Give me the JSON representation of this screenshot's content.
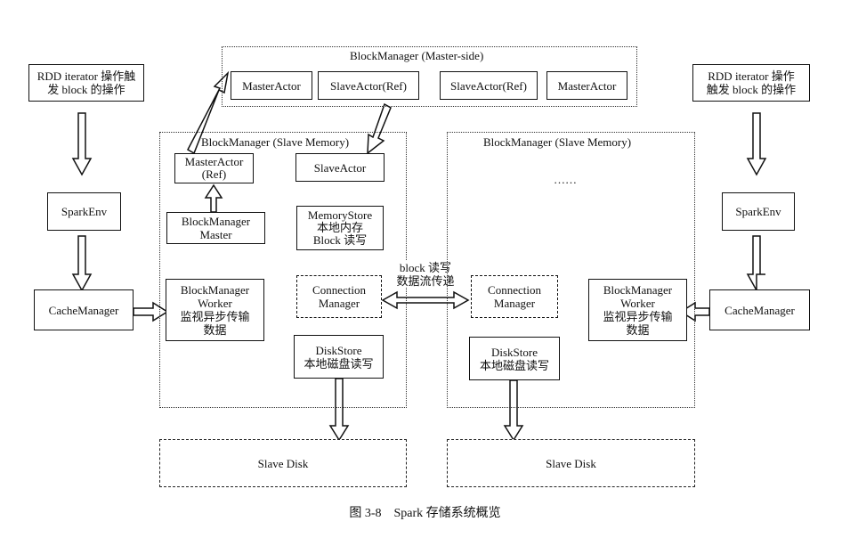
{
  "master_region": {
    "title": "BlockManager (Master-side)",
    "boxes": [
      "MasterActor",
      "SlaveActor(Ref)",
      "SlaveActor(Ref)",
      "MasterActor"
    ]
  },
  "left_client": {
    "trigger_line1": "RDD iterator 操作触",
    "trigger_line2": "发 block 的操作",
    "spark_env": "SparkEnv",
    "cache_manager": "CacheManager"
  },
  "right_client": {
    "trigger_line1": "RDD iterator 操作",
    "trigger_line2": "触发 block 的操作",
    "spark_env": "SparkEnv",
    "cache_manager": "CacheManager"
  },
  "left_slave": {
    "title": "BlockManager (Slave Memory)",
    "master_actor_ref_line1": "MasterActor",
    "master_actor_ref_line2": "(Ref)",
    "slave_actor": "SlaveActor",
    "bm_master_line1": "BlockManager",
    "bm_master_line2": "Master",
    "memory_store_line1": "MemoryStore",
    "memory_store_line2": "本地内存",
    "memory_store_line3": "Block 读写",
    "bm_worker_line1": "BlockManager",
    "bm_worker_line2": "Worker",
    "bm_worker_line3": "监视异步传输",
    "bm_worker_line4": "数据",
    "connection_line1": "Connection",
    "connection_line2": "Manager",
    "disk_store_line1": "DiskStore",
    "disk_store_line2": "本地磁盘读写"
  },
  "right_slave": {
    "title": "BlockManager (Slave Memory)",
    "ellipsis": "……",
    "connection_line1": "Connection",
    "connection_line2": "Manager",
    "disk_store_line1": "DiskStore",
    "disk_store_line2": "本地磁盘读写",
    "bm_worker_line1": "BlockManager",
    "bm_worker_line2": "Worker",
    "bm_worker_line3": "监视异步传输",
    "bm_worker_line4": "数据"
  },
  "transfer_label_line1": "block 读写",
  "transfer_label_line2": "数据流传递",
  "disks": {
    "left": "Slave Disk",
    "right": "Slave Disk"
  },
  "caption": "图 3-8　Spark 存储系统概览"
}
